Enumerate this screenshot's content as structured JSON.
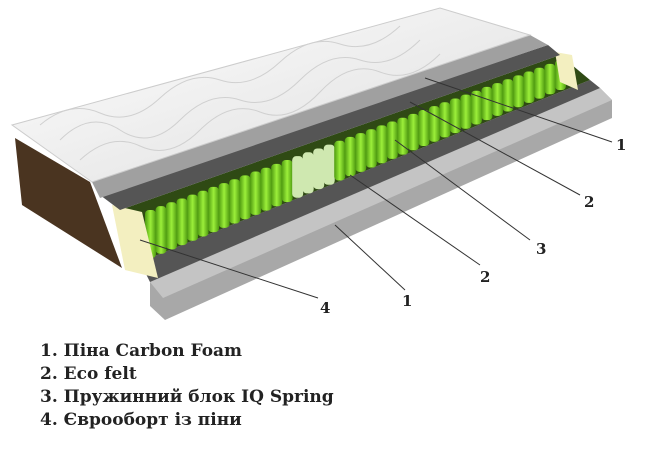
{
  "callouts": [
    "1",
    "2",
    "3",
    "2",
    "1",
    "4"
  ],
  "legend": [
    "1. Піна Carbon Foam",
    "2. Eco felt",
    "3. Пружинний блок IQ Spring",
    "4. Єврооборт із піни"
  ],
  "colors": {
    "spring": "#7ed321",
    "foam": "#9a9a9a",
    "felt": "#4a4a4a",
    "cover": "#f2f2f2",
    "side": "#4a3420"
  }
}
